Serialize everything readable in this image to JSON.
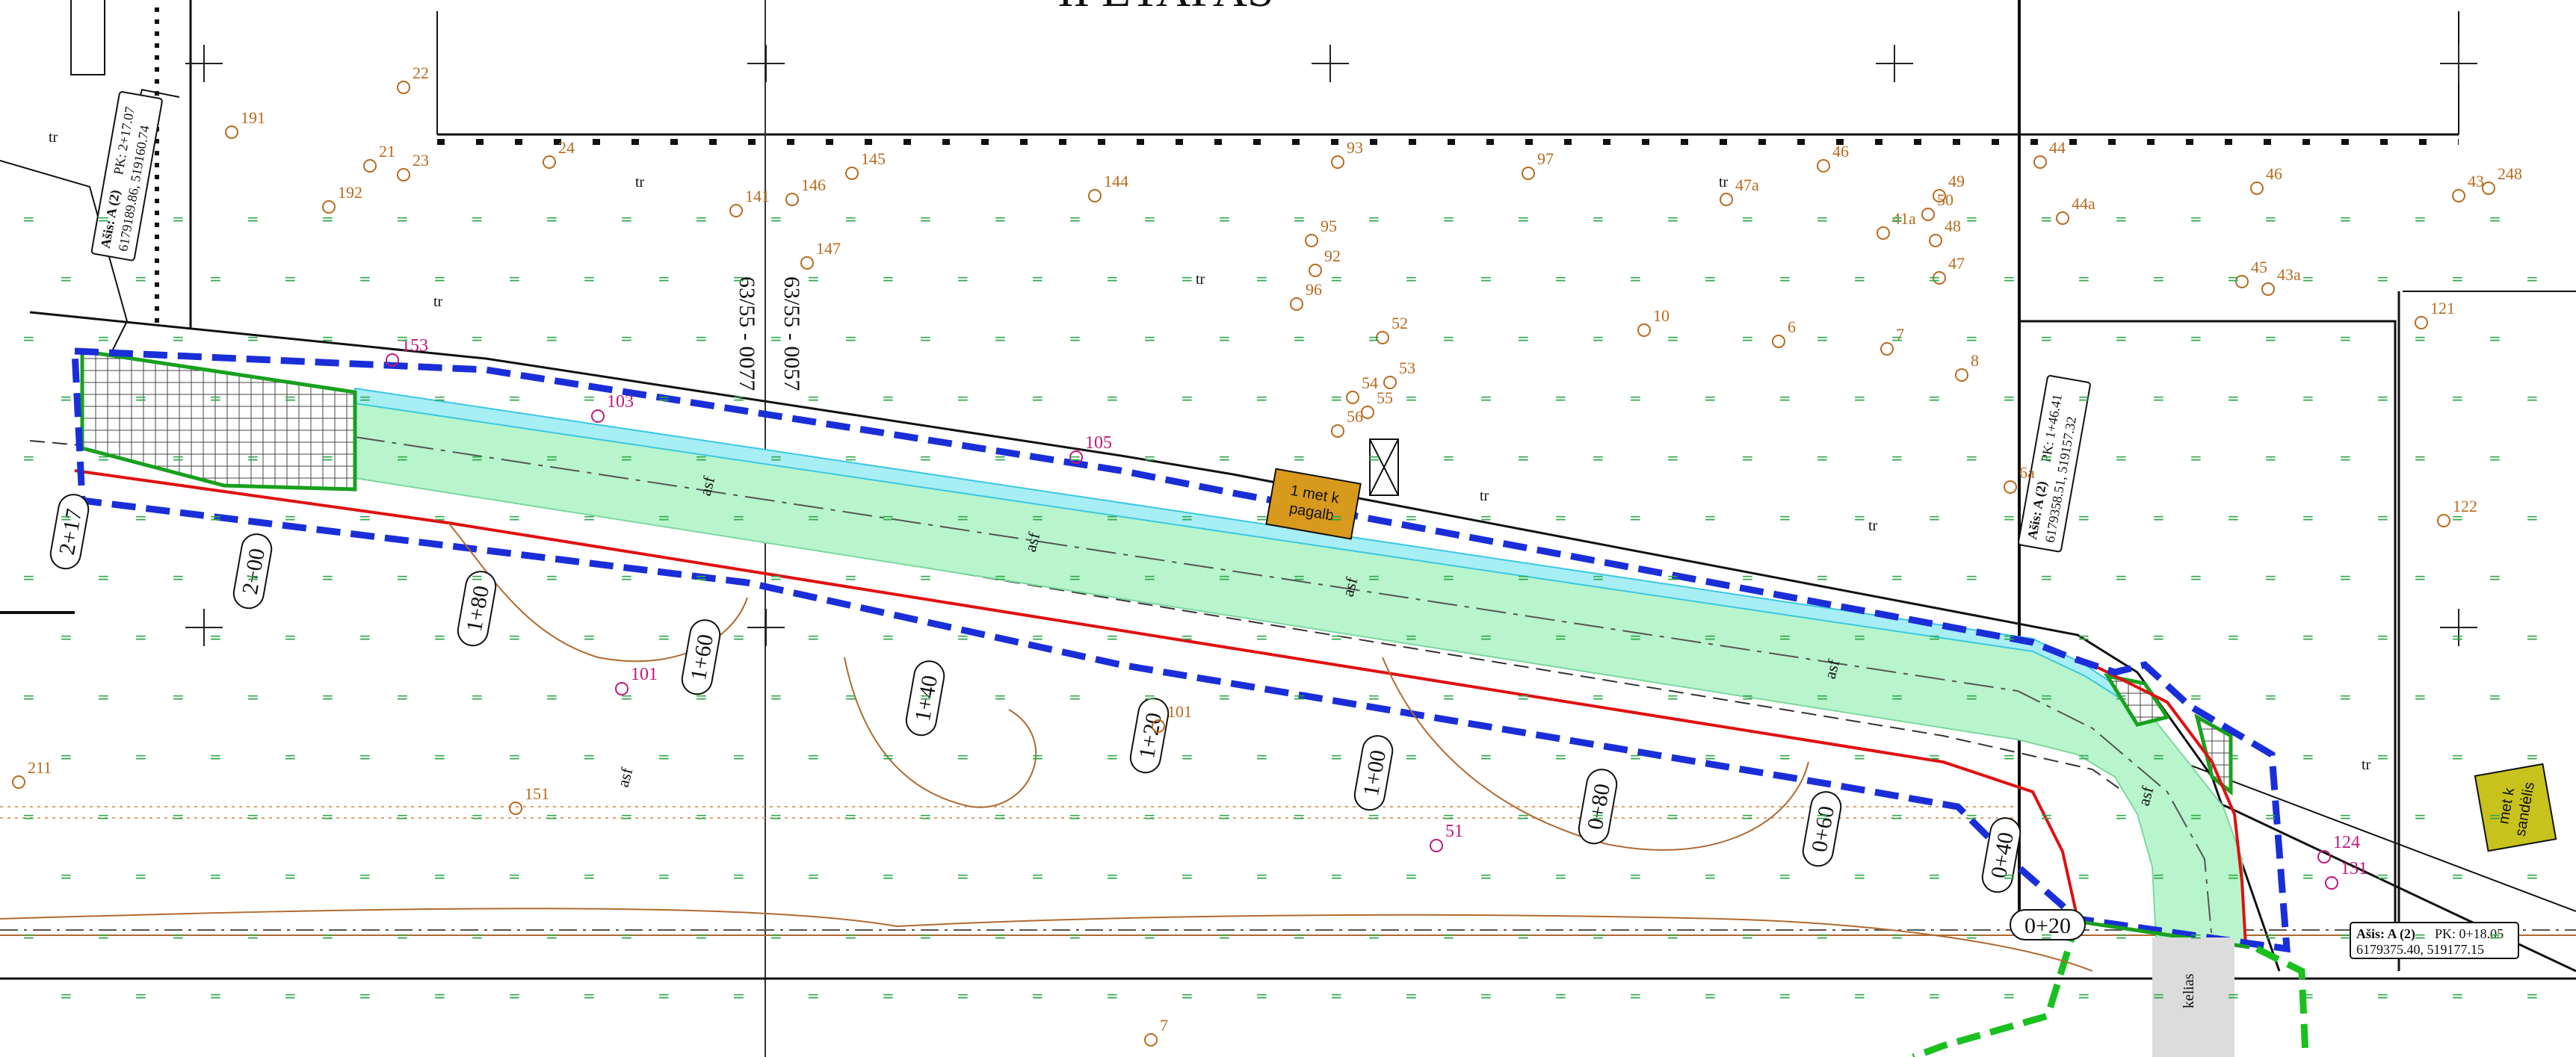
{
  "drawing": {
    "stage_title": "II ETAPAS",
    "sheet_numbers": [
      "63/55 - 0057",
      "63/55 - 0077"
    ],
    "surface_label": "asf",
    "road_label": "kelias",
    "grass_label": "tr"
  },
  "chainage": {
    "labels": [
      "2+17",
      "2+00",
      "1+80",
      "1+60",
      "1+40",
      "1+20",
      "1+00",
      "0+80",
      "0+60",
      "0+40",
      "0+20"
    ]
  },
  "axes": [
    {
      "title": "Ašis: A (2)",
      "detail": "PK: 2+17.07",
      "coords": "6179189.86, 519160.74"
    },
    {
      "title": "Ašis: A (2)",
      "detail": "PK: 1+46.41",
      "coords": "6179358.51, 519157.32"
    },
    {
      "title": "Ašis: A (2)",
      "detail": "PK: 0+18.05",
      "coords": "6179375.40, 519177.15"
    }
  ],
  "buildings": [
    {
      "label_line1": "1 met k",
      "label_line2": "pagalb",
      "color": "#d89a1c"
    },
    {
      "label_line1": "met k",
      "label_line2": "sandėlis",
      "color": "#c8c21c"
    }
  ],
  "plots": {
    "top_row": [
      "191",
      "22",
      "21",
      "23",
      "24",
      "192",
      "141",
      "146",
      "145",
      "144",
      "93",
      "97",
      "46",
      "47a",
      "49",
      "50",
      "48",
      "47",
      "44",
      "44a",
      "46",
      "43",
      "248"
    ],
    "middle": [
      "147",
      "96",
      "95",
      "92",
      "52",
      "53",
      "54",
      "55",
      "56",
      "10",
      "6",
      "7",
      "8",
      "6a",
      "122",
      "45",
      "41a",
      "43a",
      "121"
    ],
    "magenta": [
      "153",
      "103",
      "105",
      "101",
      "51",
      "124",
      "131"
    ],
    "bottom": [
      "211",
      "101",
      "151",
      "7"
    ]
  },
  "colors": {
    "project_boundary": "#1a2ed8",
    "road_edge_red": "#e01010",
    "green_fill": "#b8f5cc",
    "green_line": "#19a01e",
    "contour": "#b06a30"
  }
}
